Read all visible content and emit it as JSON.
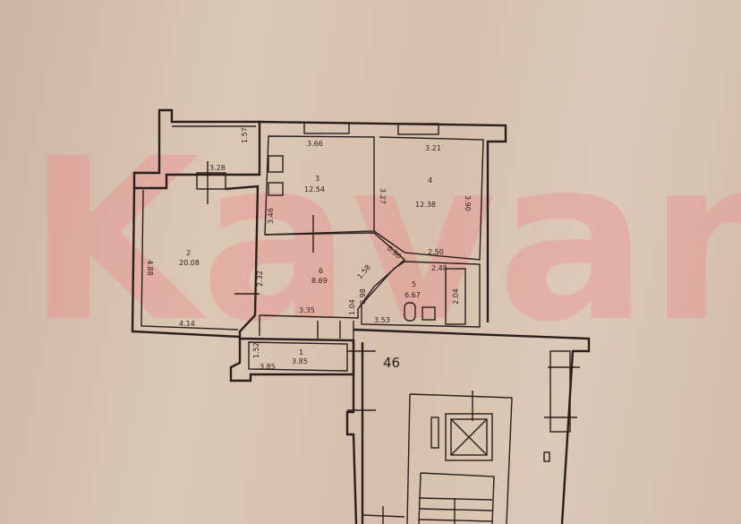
{
  "watermark": {
    "text": "Kavan",
    "color": "#f08a8a"
  },
  "colors": {
    "paper": "#d9c3b0",
    "line": "#2a1f1c"
  },
  "apartment_number": "46",
  "rooms": [
    {
      "id": "1",
      "area": "3.85",
      "label": "1"
    },
    {
      "id": "2",
      "area": "20.08",
      "label": "2"
    },
    {
      "id": "3",
      "area": "12.54",
      "label": "3"
    },
    {
      "id": "4",
      "area": "12.38",
      "label": "4"
    },
    {
      "id": "5",
      "area": "6.67",
      "label": "5"
    },
    {
      "id": "6",
      "area": "8.69",
      "label": "6"
    }
  ],
  "dimensions": {
    "d_3_66": "3.66",
    "d_3_21": "3.21",
    "d_3_28": "3.28",
    "d_1_57": "1.57",
    "d_3_46": "3.46",
    "d_3_27": "3.27",
    "d_3_90": "3.90",
    "d_4_88": "4.88",
    "d_2_32": "2.32",
    "d_4_14": "4.14",
    "d_3_35": "3.35",
    "d_1_04": "1.04",
    "d_0_98": "0.98",
    "d_3_53": "3.53",
    "d_2_50": "2.50",
    "d_2_48": "2.48",
    "d_2_04": "2.04",
    "d_0_90": "0.90",
    "d_1_58": "1.58",
    "d_1_52": "1.52",
    "d_3_85": "3.85"
  }
}
